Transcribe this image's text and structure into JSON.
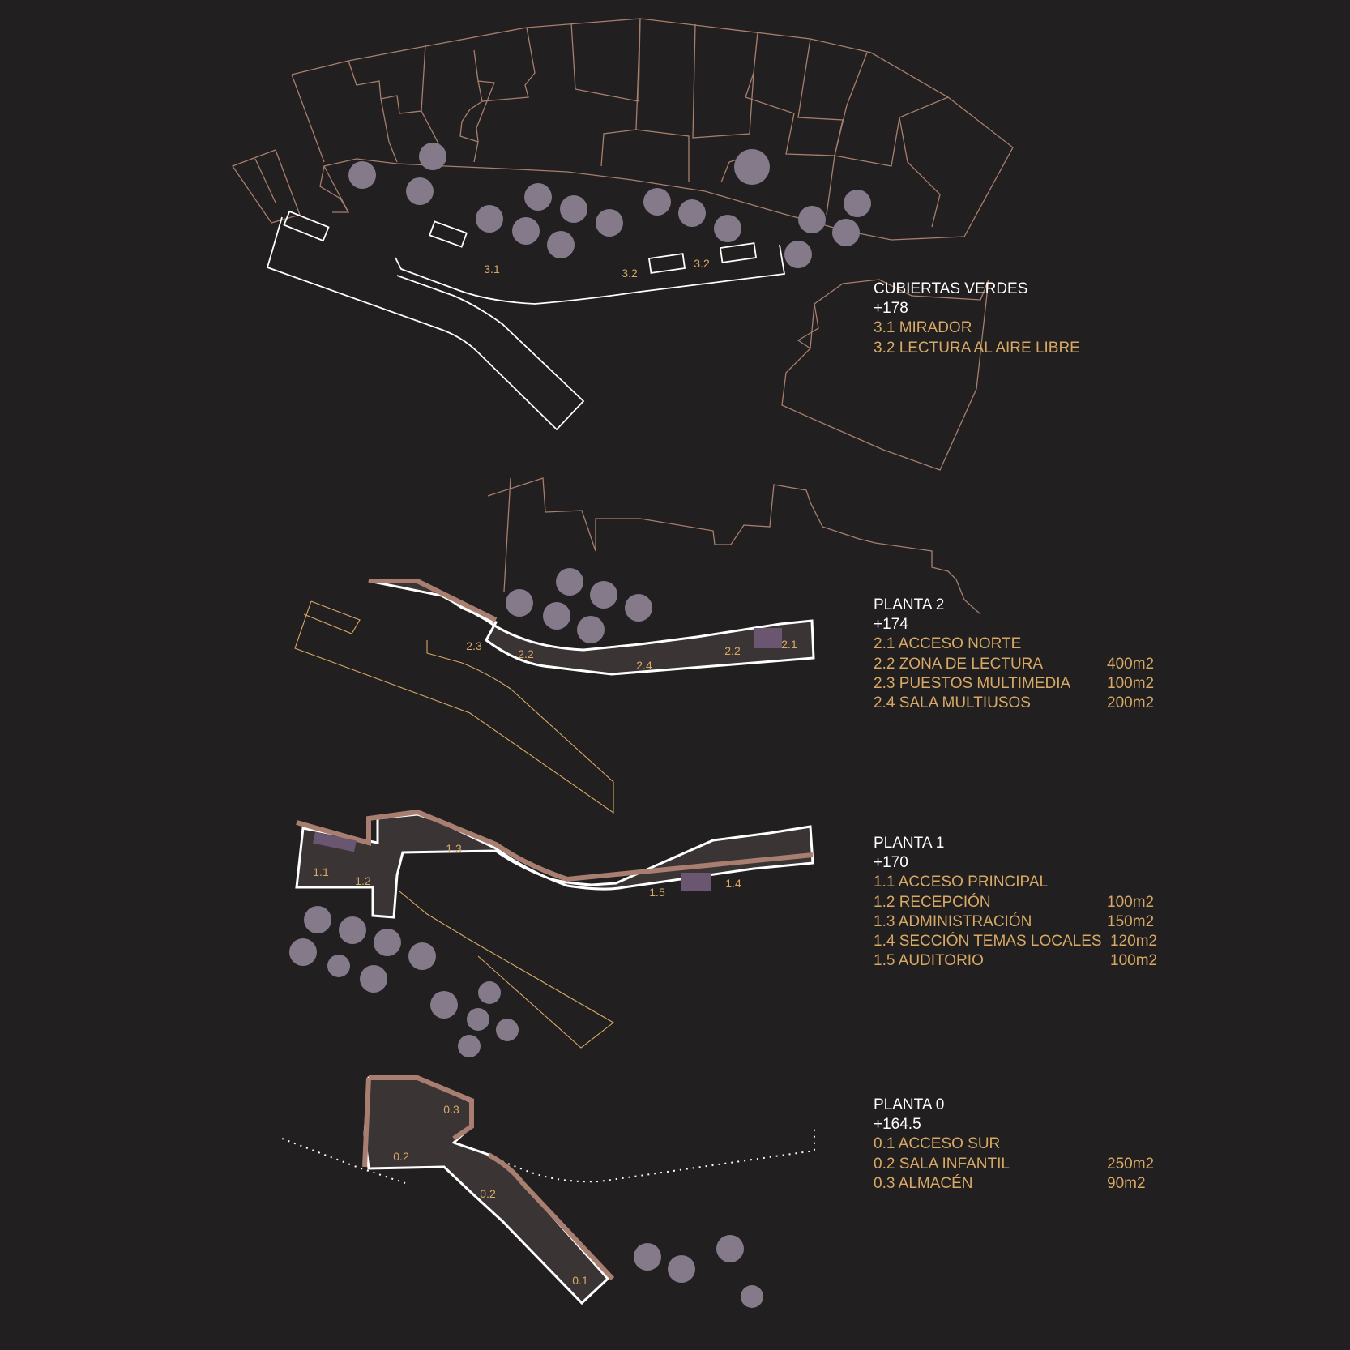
{
  "colors": {
    "background": "#221f20",
    "parcel_line": "#a67f6d",
    "building_line": "#ffffff",
    "orange_line": "#d7a964",
    "tree": "#857a8a",
    "wall_fill": "#a77e6f",
    "floor_fill": "#3a3434",
    "accent_purple": "#6a5670"
  },
  "sections": [
    {
      "id": "cubiertas",
      "title": "CUBIERTAS VERDES",
      "level": "+178",
      "items": [
        {
          "code_label": "3.1 MIRADOR",
          "area": ""
        },
        {
          "code_label": "3.2 LECTURA AL AIRE LIBRE",
          "area": ""
        }
      ]
    },
    {
      "id": "planta2",
      "title": "PLANTA 2",
      "level": "+174",
      "items": [
        {
          "code_label": "2.1 ACCESO NORTE",
          "area": ""
        },
        {
          "code_label": "2.2 ZONA DE LECTURA",
          "area": "400m2"
        },
        {
          "code_label": "2.3 PUESTOS MULTIMEDIA",
          "area": "100m2"
        },
        {
          "code_label": "2.4 SALA MULTIUSOS",
          "area": "200m2"
        }
      ]
    },
    {
      "id": "planta1",
      "title": "PLANTA 1",
      "level": "+170",
      "items": [
        {
          "code_label": "1.1 ACCESO PRINCIPAL",
          "area": ""
        },
        {
          "code_label": "1.2 RECEPCIÓN",
          "area": "100m2"
        },
        {
          "code_label": "1.3 ADMINISTRACIÓN",
          "area": "150m2"
        },
        {
          "code_label": "1.4 SECCIÓN TEMAS LOCALES",
          "area": "120m2"
        },
        {
          "code_label": "1.5 AUDITORIO",
          "area": "100m2"
        }
      ]
    },
    {
      "id": "planta0",
      "title": "PLANTA 0",
      "level": "+164.5",
      "items": [
        {
          "code_label": "0.1 ACCESO SUR",
          "area": ""
        },
        {
          "code_label": "0.2 SALA INFANTIL",
          "area": "250m2"
        },
        {
          "code_label": "0.3 ALMACÉN",
          "area": "90m2"
        }
      ]
    }
  ],
  "plan_labels": {
    "roof": [
      "3.1",
      "3.2",
      "3.2"
    ],
    "planta2": [
      "2.3",
      "2.2",
      "2.4",
      "2.2",
      "2.1"
    ],
    "planta1": [
      "1.1",
      "1.2",
      "1.3",
      "1.5",
      "1.4"
    ],
    "planta0": [
      "0.3",
      "0.2",
      "0.2",
      "0.1"
    ]
  }
}
